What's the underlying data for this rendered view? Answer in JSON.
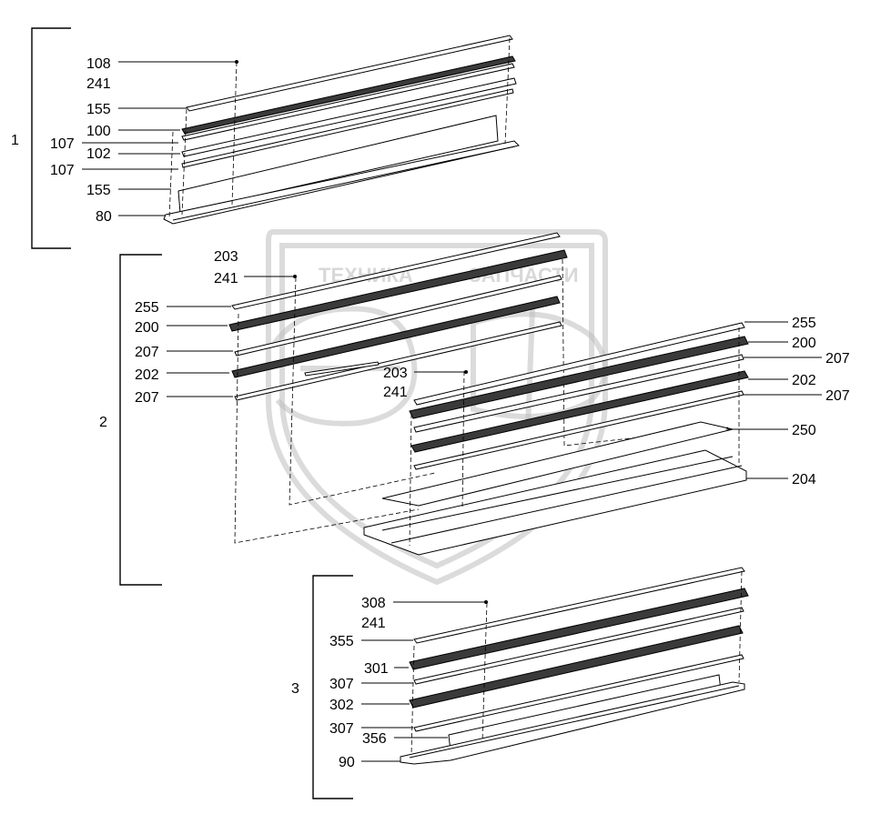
{
  "watermark": {
    "line1": "ТЕХНИКА",
    "line2": "ЗАПЧАСТИ",
    "monogram": "ЭФ"
  },
  "groups": [
    {
      "id": "1",
      "label": "1"
    },
    {
      "id": "2",
      "label": "2"
    },
    {
      "id": "3",
      "label": "3"
    }
  ],
  "callouts": {
    "g1": [
      "108",
      "241",
      "155",
      "100",
      "107",
      "102",
      "107",
      "155",
      "80"
    ],
    "g2_left": [
      "203",
      "241",
      "255",
      "200",
      "207",
      "202",
      "207"
    ],
    "g2_mid": [
      "203",
      "241"
    ],
    "g2_right": [
      "255",
      "200",
      "207",
      "202",
      "207",
      "250",
      "204"
    ],
    "g3": [
      "308",
      "241",
      "355",
      "301",
      "307",
      "302",
      "307",
      "356",
      "90"
    ]
  }
}
